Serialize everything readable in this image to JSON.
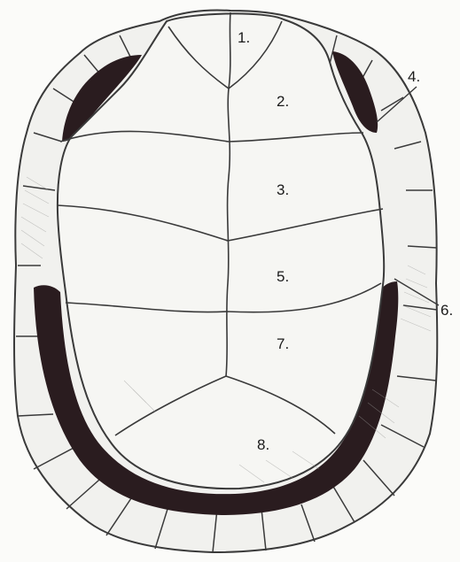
{
  "figure": {
    "labels": {
      "one": "1.",
      "two": "2.",
      "three": "3.",
      "four": "4.",
      "five": "5.",
      "six": "6.",
      "seven": "7.",
      "eight": "8."
    },
    "colors": {
      "paper": "#fbfbf9",
      "scute_fill": "#f4f4f1",
      "outline": "#3a3a3a",
      "bridge_dark": "#2a1c1f",
      "shading": "#9a9a98"
    }
  }
}
